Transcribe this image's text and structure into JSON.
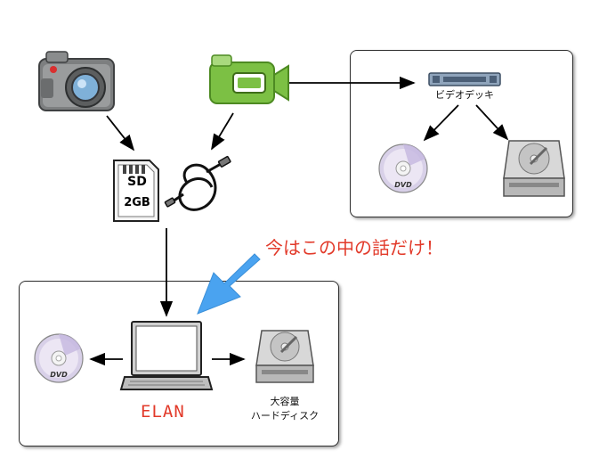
{
  "labels": {
    "video_deck": "ビデオデッキ",
    "sd_card_top": "SD",
    "sd_card_bottom": "2GB",
    "dvd_text": "DVD",
    "elan": "ELAN",
    "hdd_line1": "大容量",
    "hdd_line2": "ハードディスク",
    "callout": "今はこの中の話だけ！"
  },
  "colors": {
    "highlight_red": "#e23a2a",
    "callout_arrow": "#4aa3f0",
    "camcorder_green": "#7cc044",
    "box_border": "#2e2e2e"
  },
  "icons": [
    "camera-icon",
    "camcorder-icon",
    "video-deck-icon",
    "dvd-icon",
    "hard-disk-icon",
    "sd-card-icon",
    "usb-cable-icon",
    "laptop-icon"
  ]
}
